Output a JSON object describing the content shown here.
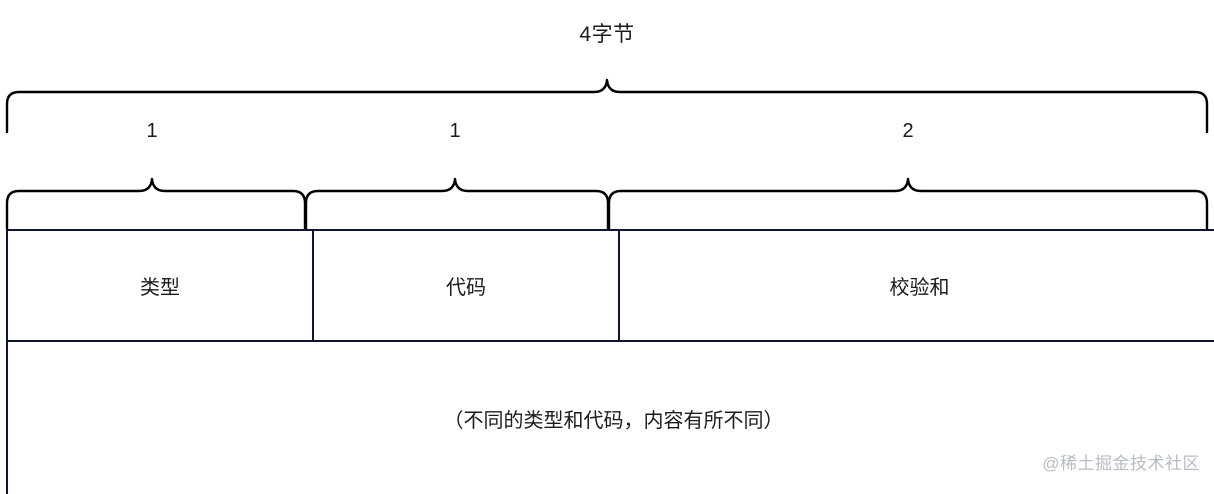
{
  "diagram": {
    "title": "4字节",
    "size_labels": [
      {
        "id": "type",
        "value": "1"
      },
      {
        "id": "code",
        "value": "1"
      },
      {
        "id": "checksum",
        "value": "2"
      }
    ],
    "header_fields": [
      {
        "id": "type",
        "label": "类型"
      },
      {
        "id": "code",
        "label": "代码"
      },
      {
        "id": "checksum",
        "label": "校验和"
      }
    ],
    "payload_note": "（不同的类型和代码，内容有所不同）",
    "watermark": "@稀土掘金技术社区",
    "colors": {
      "background": "#ffffff",
      "brace_stroke": "#000000",
      "table_border": "#101631",
      "text": "#1c1c1c",
      "watermark": "#b8bcc6"
    }
  }
}
